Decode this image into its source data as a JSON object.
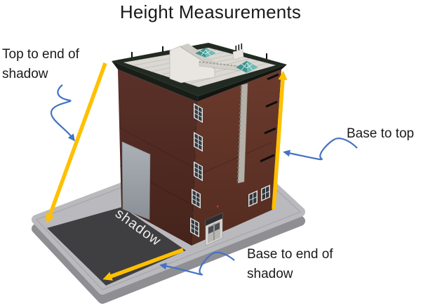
{
  "title": "Height Measurements",
  "annotations": {
    "top_to_end_of_shadow": "Top to end of\nshadow",
    "base_to_top": "Base to top",
    "base_to_end_of_shadow": "Base to end of\nshadow",
    "shadow_area": "shadow"
  },
  "colors": {
    "measurement_arrow": "#FFC000",
    "pointer_arrow": "#4472C4",
    "shadow_fill": "#3F3E41",
    "platform": "#BABABE",
    "roof": "#DBD8D3",
    "skylight": "#3E948F",
    "text": "#1A1A1A",
    "background": "#FFFFFF"
  }
}
